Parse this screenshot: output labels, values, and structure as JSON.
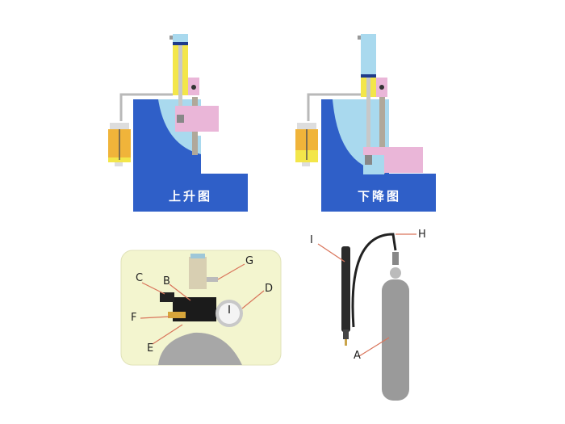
{
  "diagrams": {
    "rise": {
      "caption": "上升图"
    },
    "fall": {
      "caption": "下降图"
    }
  },
  "regulator_photo": {
    "labels": [
      "C",
      "B",
      "G",
      "D",
      "F",
      "E"
    ]
  },
  "cylinder_photo": {
    "labels": [
      "I",
      "H",
      "A"
    ]
  },
  "colors": {
    "frame_blue": "#2f5fc8",
    "light_blue": "#a9d9ee",
    "pink": "#eab6d8",
    "yellow": "#f3e64a",
    "orange": "#f0b43a",
    "photo_bg": "#f3f5cf",
    "leader_line": "#d9745a"
  }
}
